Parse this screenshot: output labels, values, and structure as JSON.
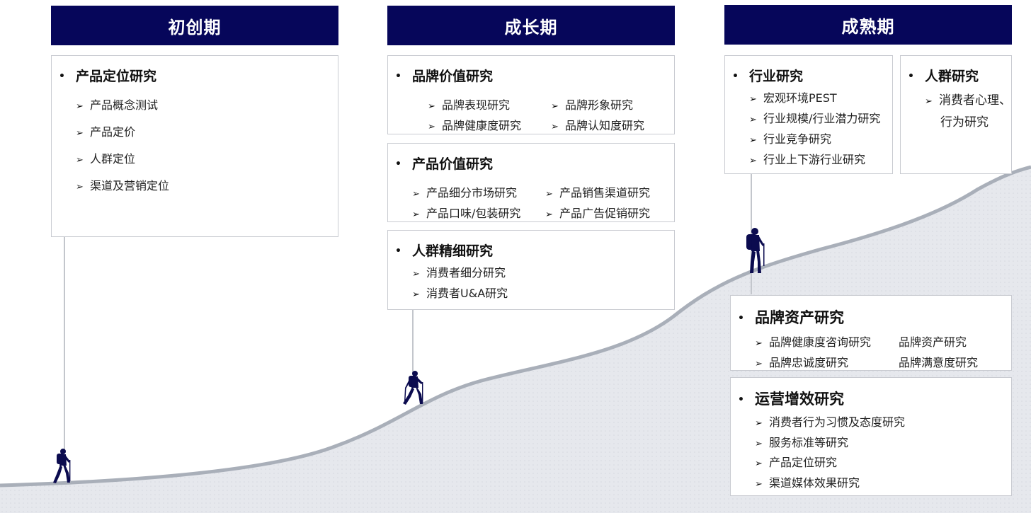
{
  "colors": {
    "header": "#06065a",
    "hill": "#e6e8ed",
    "hill_edge": "#a9afb9",
    "hiker": "#0b0b4f"
  },
  "stages": [
    {
      "label": "初创期"
    },
    {
      "label": "成长期"
    },
    {
      "label": "成熟期"
    }
  ],
  "boxes": {
    "early_product": {
      "title": "产品定位研究",
      "items": [
        "产品概念测试",
        "产品定价",
        "人群定位",
        "渠道及营销定位"
      ]
    },
    "growth_brand_value": {
      "title": "品牌价值研究",
      "items": [
        "品牌表现研究",
        "品牌形象研究",
        "品牌健康度研究",
        "品牌认知度研究"
      ]
    },
    "growth_product_value": {
      "title": "产品价值研究",
      "items": [
        "产品细分市场研究",
        "产品销售渠道研究",
        "产品口味/包装研究",
        "产品广告促销研究"
      ]
    },
    "growth_people": {
      "title": "人群精细研究",
      "items": [
        "消费者细分研究",
        "消费者U&A研究"
      ]
    },
    "mature_industry": {
      "title": "行业研究",
      "items": [
        "宏观环境PEST",
        "行业规模/行业潜力研究",
        "行业竞争研究",
        "行业上下游行业研究"
      ]
    },
    "mature_people": {
      "title": "人群研究",
      "items": [
        "消费者心理、",
        "行为研究"
      ]
    },
    "mature_brand_asset": {
      "title": "品牌资产研究",
      "items": [
        "品牌健康度咨询研究",
        "品牌资产研究",
        "品牌忠诚度研究",
        "品牌满意度研究"
      ]
    },
    "mature_ops": {
      "title": "运营增效研究",
      "items": [
        "消费者行为习惯及态度研究",
        "服务标准等研究",
        "产品定位研究",
        "渠道媒体效果研究"
      ]
    }
  }
}
